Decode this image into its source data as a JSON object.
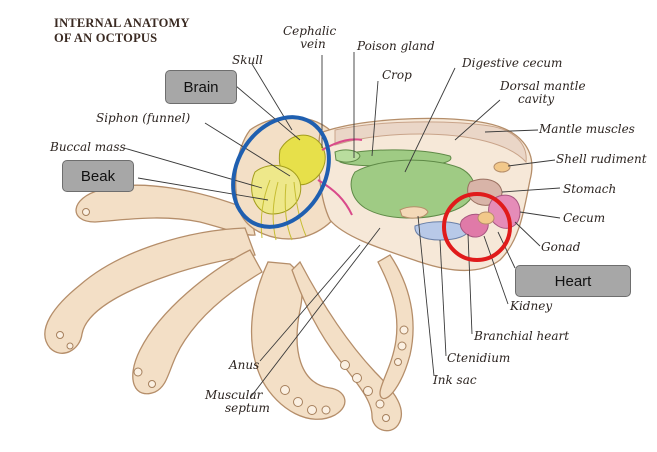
{
  "title": {
    "line1": "INTERNAL ANATOMY",
    "line2": "OF AN OCTOPUS"
  },
  "labels": {
    "cephalic_vein_1": "Cephalic",
    "cephalic_vein_2": "vein",
    "poison_gland": "Poison gland",
    "skull": "Skull",
    "crop": "Crop",
    "digestive_cecum": "Digestive cecum",
    "dorsal_mantle_1": "Dorsal mantle",
    "dorsal_mantle_2": "cavity",
    "siphon": "Siphon (funnel)",
    "mantle_muscles": "Mantle muscles",
    "buccal_mass": "Buccal mass",
    "shell_rudiment": "Shell rudiment",
    "stomach": "Stomach",
    "cecum": "Cecum",
    "gonad": "Gonad",
    "kidney": "Kidney",
    "branchial_heart": "Branchial heart",
    "ctenidium": "Ctenidium",
    "anus": "Anus",
    "ink_sac": "Ink sac",
    "muscular_septum_1": "Muscular",
    "muscular_septum_2": "septum"
  },
  "callouts": {
    "brain": "Brain",
    "beak": "Beak",
    "heart": "Heart"
  },
  "colors": {
    "highlight_blue": "#1f5fb0",
    "highlight_red": "#e01b1b",
    "body": "#f3dfc6",
    "body_outline": "#b58e6a",
    "digestive": "#9fcb84",
    "brain": "#e7e04a",
    "gonad": "#e58cb8",
    "callout": "#a7a7a7"
  }
}
